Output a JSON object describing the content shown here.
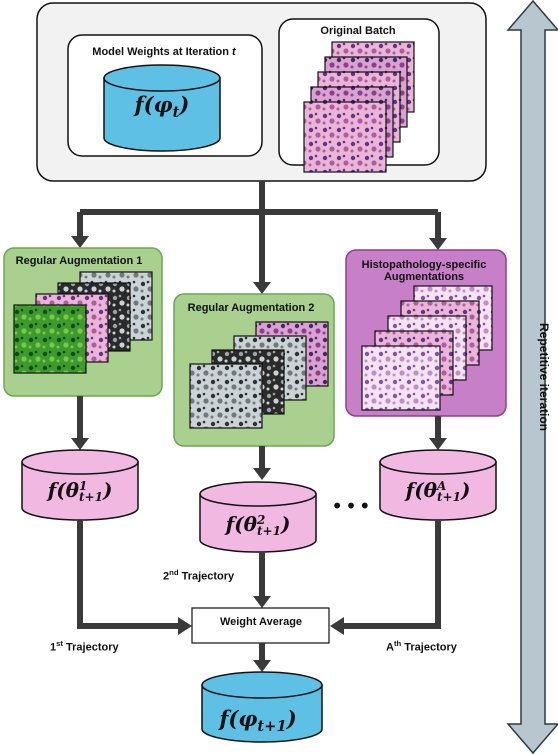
{
  "top_panel": {
    "weights_title_prefix": "Model Weights at Iteration ",
    "weights_title_var": "t",
    "weights_cylinder": {
      "func": "f",
      "symbol": "φ",
      "sub": "t"
    },
    "batch_title": "Original Batch"
  },
  "augmentations": [
    {
      "title": "Regular Augmentation 1",
      "color": "#a9d08e"
    },
    {
      "title": "Regular Augmentation 2",
      "color": "#a9d08e"
    },
    {
      "title": "Histopathology-specific\nAugmentations",
      "color": "#c77fc7"
    }
  ],
  "trajectory_models": [
    {
      "func": "f",
      "symbol": "θ",
      "sup": "1",
      "sub": "t+1"
    },
    {
      "func": "f",
      "symbol": "θ",
      "sup": "2",
      "sub": "t+1"
    },
    {
      "func": "f",
      "symbol": "θ",
      "sup": "A",
      "sub": "t+1"
    }
  ],
  "ellipsis": "•••",
  "trajectory_labels": [
    {
      "prefix": "1",
      "sup": "st",
      "suffix": " Trajectory"
    },
    {
      "prefix": "2",
      "sup": "nd",
      "suffix": " Trajectory"
    },
    {
      "prefix": "A",
      "sup": "th",
      "suffix": " Trajectory"
    }
  ],
  "weight_average_label": "Weight Average",
  "output_cylinder": {
    "func": "f",
    "symbol": "φ",
    "sub": "t+1"
  },
  "side_label": "Repetitive iteration",
  "colors": {
    "blue_cylinder": "#5fc0e5",
    "pink_cylinder": "#f1b8e2",
    "arrow": "#3a3a3a",
    "side_arrow": "#b8c7cf"
  }
}
